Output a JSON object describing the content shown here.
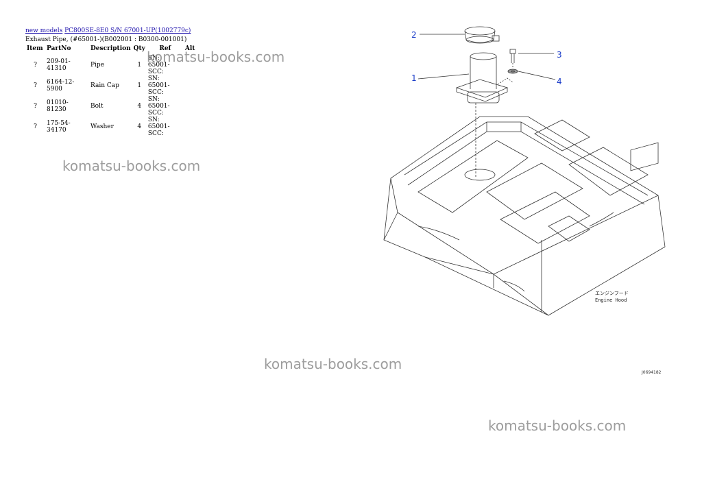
{
  "breadcrumb": {
    "root_link": "new models",
    "model_link": "PC800SE-8E0 S/N 67001-UP(1002779c)"
  },
  "page_title": "Exhaust Pipe, (#65001-)(B002001 : B0300-001001)",
  "table": {
    "headers": [
      "Item",
      "PartNo",
      "Description",
      "Qty",
      "Ref",
      "Alt"
    ],
    "rows": [
      {
        "item": "?",
        "part_no": "209-01-41310",
        "description": "Pipe",
        "qty": "1",
        "ref": "SN: 65001-SCC:",
        "alt": ""
      },
      {
        "item": "?",
        "part_no": "6164-12-5900",
        "description": "Rain Cap",
        "qty": "1",
        "ref": "SN: 65001-SCC:",
        "alt": ""
      },
      {
        "item": "?",
        "part_no": "01010-81230",
        "description": "Bolt",
        "qty": "4",
        "ref": "SN: 65001-SCC:",
        "alt": ""
      },
      {
        "item": "?",
        "part_no": "175-54-34170",
        "description": "Washer",
        "qty": "4",
        "ref": "SN: 65001-SCC:",
        "alt": ""
      }
    ]
  },
  "watermark_text": "komatsu-books.com",
  "diagram": {
    "callouts": [
      "1",
      "2",
      "3",
      "4"
    ],
    "hood_label_jp": "エンジンフード",
    "hood_label_en": "Engine Hood",
    "drawing_id": "J0694182"
  },
  "colors": {
    "link": "#1a0dab",
    "callout": "#1a3cc8",
    "watermark": "#8c8c8c"
  }
}
